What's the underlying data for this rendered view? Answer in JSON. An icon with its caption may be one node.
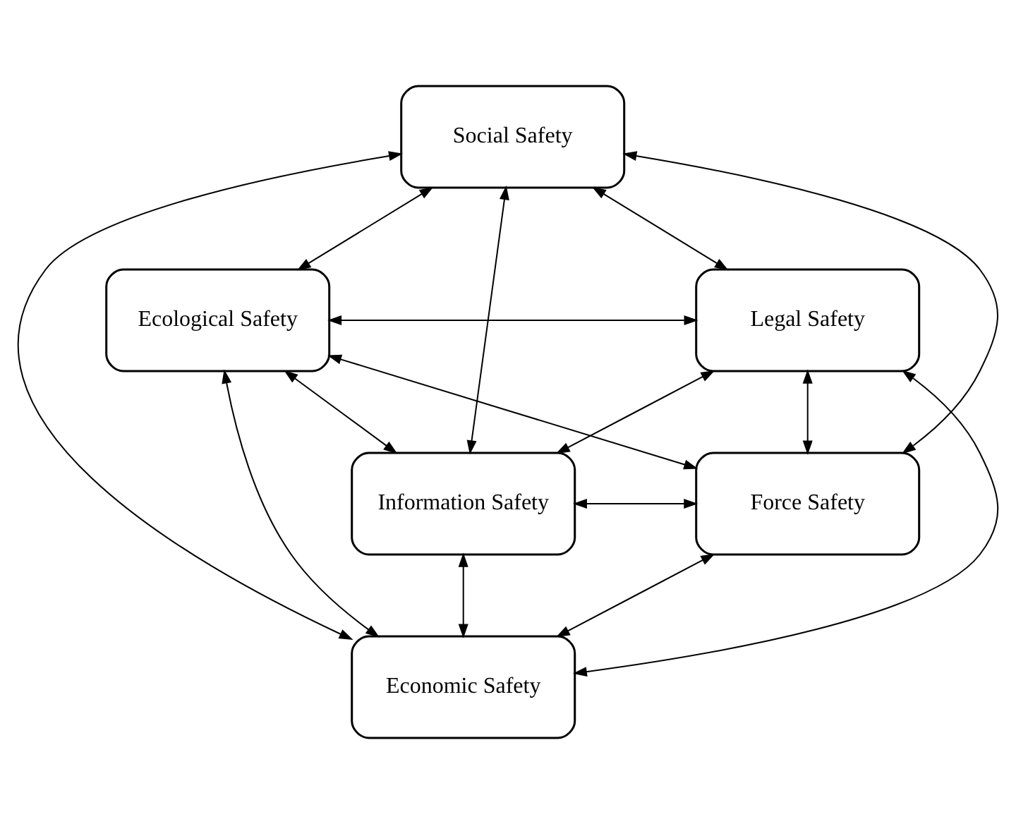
{
  "diagram": {
    "nodes": [
      {
        "text": [
          "Social Safety"
        ]
      },
      {
        "text": [
          "Ecological Safety"
        ]
      },
      {
        "text": [
          "Legal Safety"
        ]
      },
      {
        "text": [
          "Information Safety"
        ]
      },
      {
        "text": [
          "Force Safety"
        ]
      },
      {
        "text": [
          "Economic Safety"
        ]
      }
    ],
    "edges": [
      {
        "from": 0,
        "to": 1,
        "arrow": "both"
      },
      {
        "from": 0,
        "to": 2,
        "arrow": "both"
      },
      {
        "from": 0,
        "to": 3,
        "arrow": "both"
      },
      {
        "from": 0,
        "to": 4,
        "arrow": "both"
      },
      {
        "from": 0,
        "to": 5,
        "arrow": "both"
      },
      {
        "from": 1,
        "to": 2,
        "arrow": "both"
      },
      {
        "from": 1,
        "to": 3,
        "arrow": "both"
      },
      {
        "from": 1,
        "to": 4,
        "arrow": "both"
      },
      {
        "from": 1,
        "to": 5,
        "arrow": "both"
      },
      {
        "from": 2,
        "to": 3,
        "arrow": "both"
      },
      {
        "from": 2,
        "to": 4,
        "arrow": "both"
      },
      {
        "from": 2,
        "to": 5,
        "arrow": "both"
      },
      {
        "from": 3,
        "to": 4,
        "arrow": "both"
      },
      {
        "from": 3,
        "to": 5,
        "arrow": "both"
      },
      {
        "from": 4,
        "to": 5,
        "arrow": "both"
      }
    ]
  }
}
